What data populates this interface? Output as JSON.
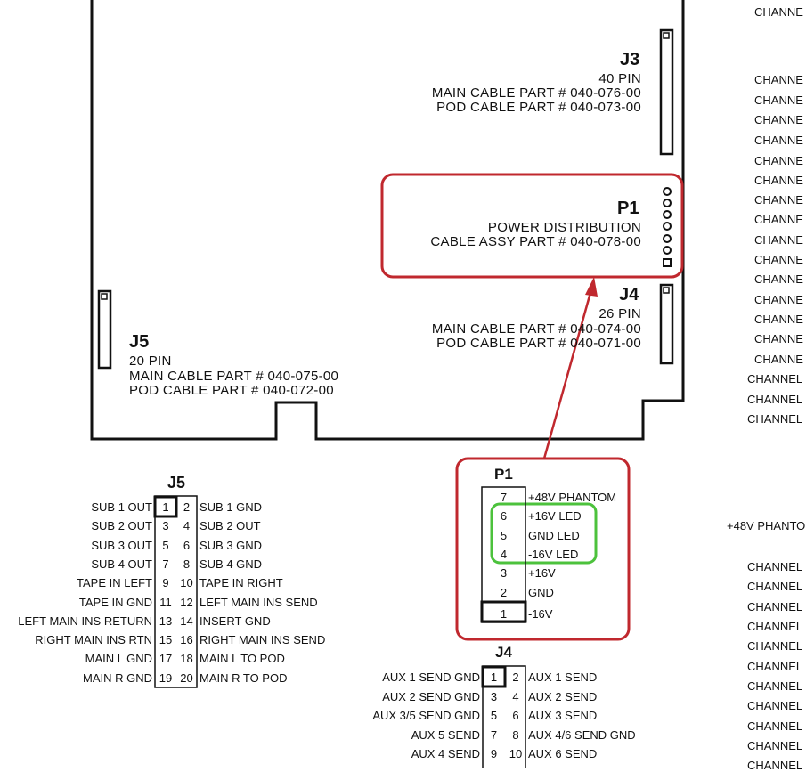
{
  "board": {
    "j3": {
      "title": "J3",
      "l1": "40 PIN",
      "l2": "MAIN CABLE PART # 040-076-00",
      "l3": "POD CABLE PART # 040-073-00"
    },
    "p1": {
      "title": "P1",
      "l1": "POWER DISTRIBUTION",
      "l2": "CABLE ASSY PART # 040-078-00"
    },
    "j4": {
      "title": "J4",
      "l1": "26 PIN",
      "l2": "MAIN CABLE PART # 040-074-00",
      "l3": "POD CABLE PART # 040-071-00"
    },
    "j5": {
      "title": "J5",
      "l1": "20 PIN",
      "l2": "MAIN CABLE PART # 040-075-00",
      "l3": "POD CABLE PART # 040-072-00"
    }
  },
  "right_column": {
    "channel_label": "CHANNE",
    "channel_label_long": "CHANNEL",
    "phantom_label": "+48V PHANTO"
  },
  "j5_header": {
    "title": "J5",
    "rows": [
      {
        "left": "SUB 1 OUT",
        "a": "1",
        "b": "2",
        "right": "SUB 1 GND"
      },
      {
        "left": "SUB 2 OUT",
        "a": "3",
        "b": "4",
        "right": "SUB 2 OUT"
      },
      {
        "left": "SUB 3 OUT",
        "a": "5",
        "b": "6",
        "right": "SUB 3 GND"
      },
      {
        "left": "SUB 4 OUT",
        "a": "7",
        "b": "8",
        "right": "SUB 4 GND"
      },
      {
        "left": "TAPE IN LEFT",
        "a": "9",
        "b": "10",
        "right": "TAPE IN RIGHT"
      },
      {
        "left": "TAPE IN GND",
        "a": "11",
        "b": "12",
        "right": "LEFT MAIN INS SEND"
      },
      {
        "left": "LEFT MAIN INS RETURN",
        "a": "13",
        "b": "14",
        "right": "INSERT GND"
      },
      {
        "left": "RIGHT MAIN INS RTN",
        "a": "15",
        "b": "16",
        "right": "RIGHT MAIN INS SEND"
      },
      {
        "left": "MAIN L GND",
        "a": "17",
        "b": "18",
        "right": "MAIN L TO POD"
      },
      {
        "left": "MAIN R GND",
        "a": "19",
        "b": "20",
        "right": "MAIN R TO POD"
      }
    ]
  },
  "p1_header": {
    "title": "P1",
    "rows": [
      {
        "pin": "7",
        "label": "+48V PHANTOM"
      },
      {
        "pin": "6",
        "label": "+16V LED"
      },
      {
        "pin": "5",
        "label": "GND LED"
      },
      {
        "pin": "4",
        "label": "-16V LED"
      },
      {
        "pin": "3",
        "label": "+16V"
      },
      {
        "pin": "2",
        "label": "GND"
      },
      {
        "pin": "1",
        "label": "-16V"
      }
    ]
  },
  "j4_header": {
    "title": "J4",
    "rows": [
      {
        "left": "AUX 1 SEND GND",
        "a": "1",
        "b": "2",
        "right": "AUX 1 SEND"
      },
      {
        "left": "AUX 2 SEND GND",
        "a": "3",
        "b": "4",
        "right": "AUX 2 SEND"
      },
      {
        "left": "AUX 3/5 SEND GND",
        "a": "5",
        "b": "6",
        "right": "AUX 3 SEND"
      },
      {
        "left": "AUX 5 SEND",
        "a": "7",
        "b": "8",
        "right": "AUX 4/6 SEND GND"
      },
      {
        "left": "AUX 4 SEND",
        "a": "9",
        "b": "10",
        "right": "AUX 6 SEND"
      }
    ]
  },
  "colors": {
    "callout_red": "#c0282e",
    "highlight_green": "#4cc23c",
    "line": "#111111"
  }
}
